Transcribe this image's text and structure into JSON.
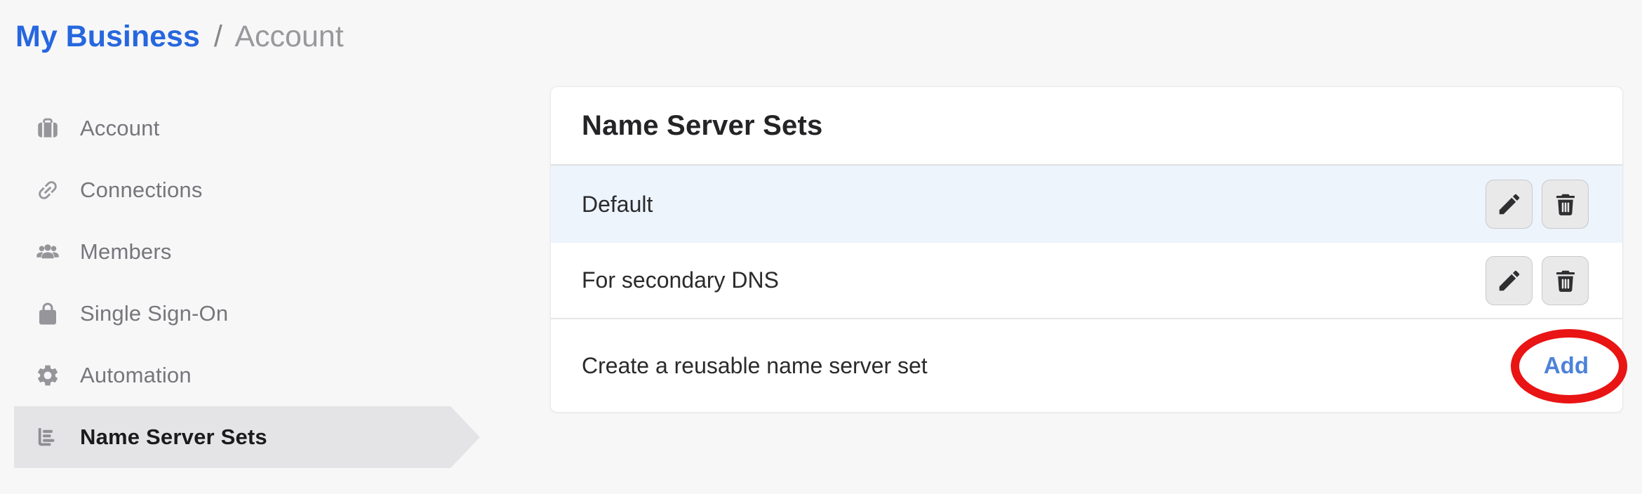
{
  "breadcrumb": {
    "root": "My Business",
    "separator": "/",
    "current": "Account"
  },
  "sidebar": {
    "items": [
      {
        "label": "Account",
        "icon": "briefcase-icon",
        "active": false
      },
      {
        "label": "Connections",
        "icon": "link-icon",
        "active": false
      },
      {
        "label": "Members",
        "icon": "users-icon",
        "active": false
      },
      {
        "label": "Single Sign-On",
        "icon": "lock-icon",
        "active": false
      },
      {
        "label": "Automation",
        "icon": "gear-icon",
        "active": false
      },
      {
        "label": "Name Server Sets",
        "icon": "bar-list-icon",
        "active": true
      }
    ]
  },
  "panel": {
    "title": "Name Server Sets",
    "rows": [
      {
        "name": "Default",
        "highlighted": true,
        "actions": [
          "edit",
          "delete"
        ]
      },
      {
        "name": "For secondary DNS",
        "highlighted": false,
        "actions": [
          "edit",
          "delete"
        ]
      }
    ],
    "footer": {
      "create_label": "Create a reusable name server set",
      "add_label": "Add"
    }
  },
  "colors": {
    "breadcrumb_blue": "#2667df",
    "add_link_blue": "#4d82d8",
    "highlighted_row_bg": "#edf4fc",
    "selected_sidebar_bg": "#e4e4e6",
    "annotation_red": "#e91414",
    "page_bg": "#f7f7f8",
    "card_bg": "#ffffff"
  }
}
